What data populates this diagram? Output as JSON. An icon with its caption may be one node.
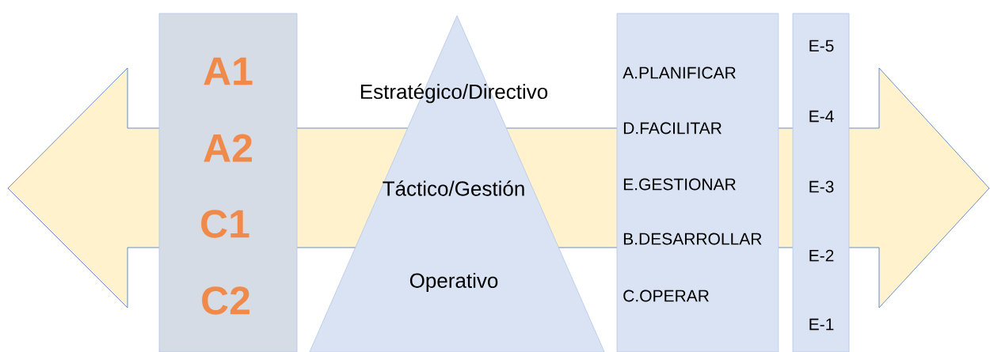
{
  "diagram": {
    "nodes": [
      {
        "text": [
          "A1",
          "A2",
          "C1",
          "C2"
        ]
      },
      {
        "text": [
          "Estratégico/Directivo",
          "Táctico/Gestión",
          "Operativo"
        ]
      },
      {
        "text": [
          "A.PLANIFICAR",
          "D.FACILITAR",
          "E.GESTIONAR",
          "B.DESARROLLAR",
          "C.OPERAR"
        ]
      },
      {
        "text": [
          "E-5",
          "E-4",
          "E-3",
          "E-2",
          "E-1"
        ]
      }
    ]
  }
}
